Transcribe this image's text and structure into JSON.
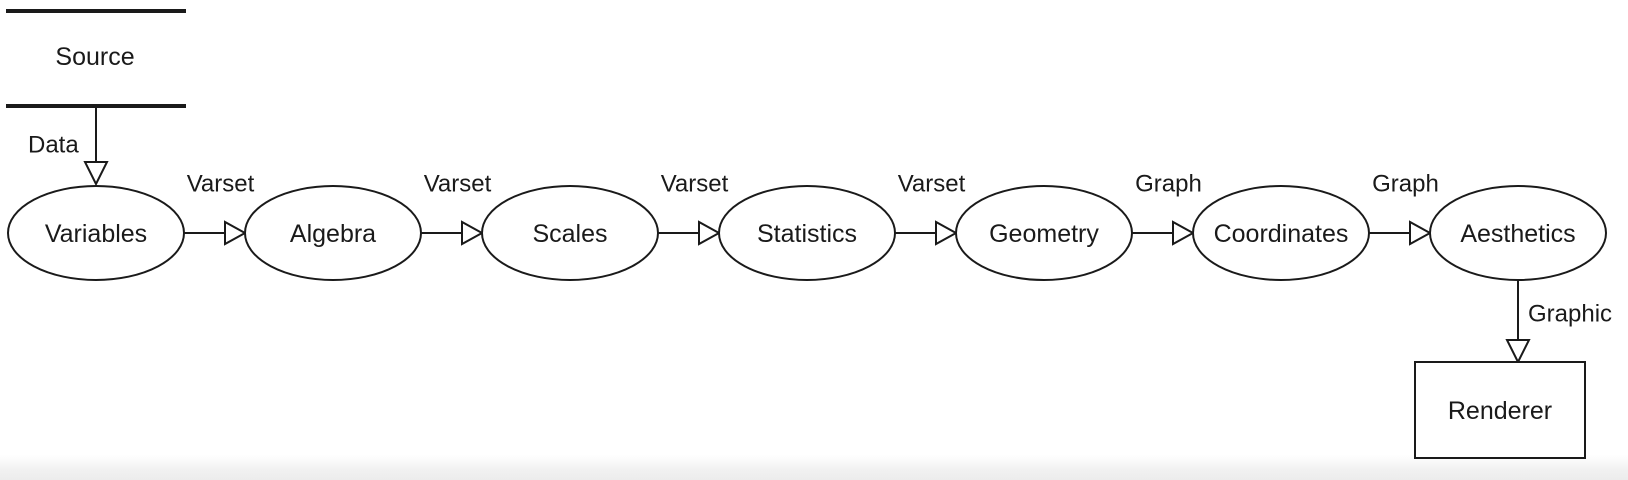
{
  "diagram": {
    "source": {
      "label": "Source"
    },
    "data_edge": {
      "label": "Data"
    },
    "pipeline": [
      {
        "id": "variables",
        "label": "Variables",
        "out_label": "Varset"
      },
      {
        "id": "algebra",
        "label": "Algebra",
        "out_label": "Varset"
      },
      {
        "id": "scales",
        "label": "Scales",
        "out_label": "Varset"
      },
      {
        "id": "statistics",
        "label": "Statistics",
        "out_label": "Varset"
      },
      {
        "id": "geometry",
        "label": "Geometry",
        "out_label": "Graph"
      },
      {
        "id": "coordinates",
        "label": "Coordinates",
        "out_label": "Graph"
      },
      {
        "id": "aesthetics",
        "label": "Aesthetics",
        "out_label": "Graphic"
      }
    ],
    "renderer": {
      "label": "Renderer"
    }
  }
}
